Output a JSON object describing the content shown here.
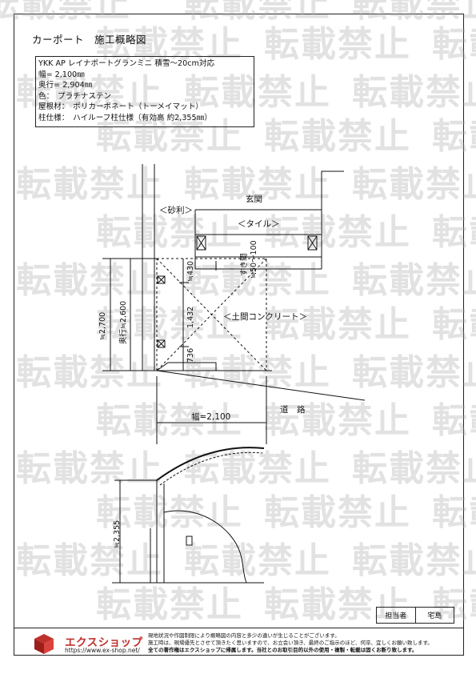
{
  "header": {
    "title": "カーポート　施工概略図"
  },
  "spec": {
    "model": "YKK AP レイナポートグランミニ 積雪～20cm対応",
    "width": "幅= 2,100㎜",
    "depth": "奥行= 2,904㎜",
    "color": "色：　プラチナステン",
    "roof": "屋根材：　ポリカーボネート（トーメイマット）",
    "post": "柱仕様：　ハイルーフ柱仕様（有効高 約2,355㎜）"
  },
  "watermark": {
    "text": "転載禁止"
  },
  "plan": {
    "entrance": "玄関",
    "gravel": "＜砂利＞",
    "tile": "＜タイル＞",
    "slab": "＜土間コンクリート＞",
    "road": "道　路",
    "gap": "すき間",
    "gap_dim": "≒50～100",
    "dim_430": "≒430",
    "dim_1432": "1,432",
    "dim_736": "736",
    "dim_2700": "≒2,700",
    "dim_depth": "奥行≒2,600",
    "dim_width": "幅=2,100"
  },
  "elevation": {
    "height_dim": "≒2,355"
  },
  "signoff": {
    "label": "担当者",
    "name": "宅島"
  },
  "footer": {
    "brand": "エクスショップ",
    "url": "https://www.ex-shop.net/",
    "note1": "現地状況や作図制限により概略図の内容と多少の違いが生じることがございます。",
    "note2": "施工時は、現場優先とさせて頂きたく思いますので、お立会い頂き、最終のご指示のほど、何卒、宜しくお願い致します。",
    "note3": "全ての著作権はエクスショップに帰属します。当社とのお取引目的以外の使用・複製・転載は固くお断り致します。"
  },
  "colors": {
    "brand": "#c0302b",
    "watermark": "#a8a8a8",
    "line": "#111111"
  }
}
